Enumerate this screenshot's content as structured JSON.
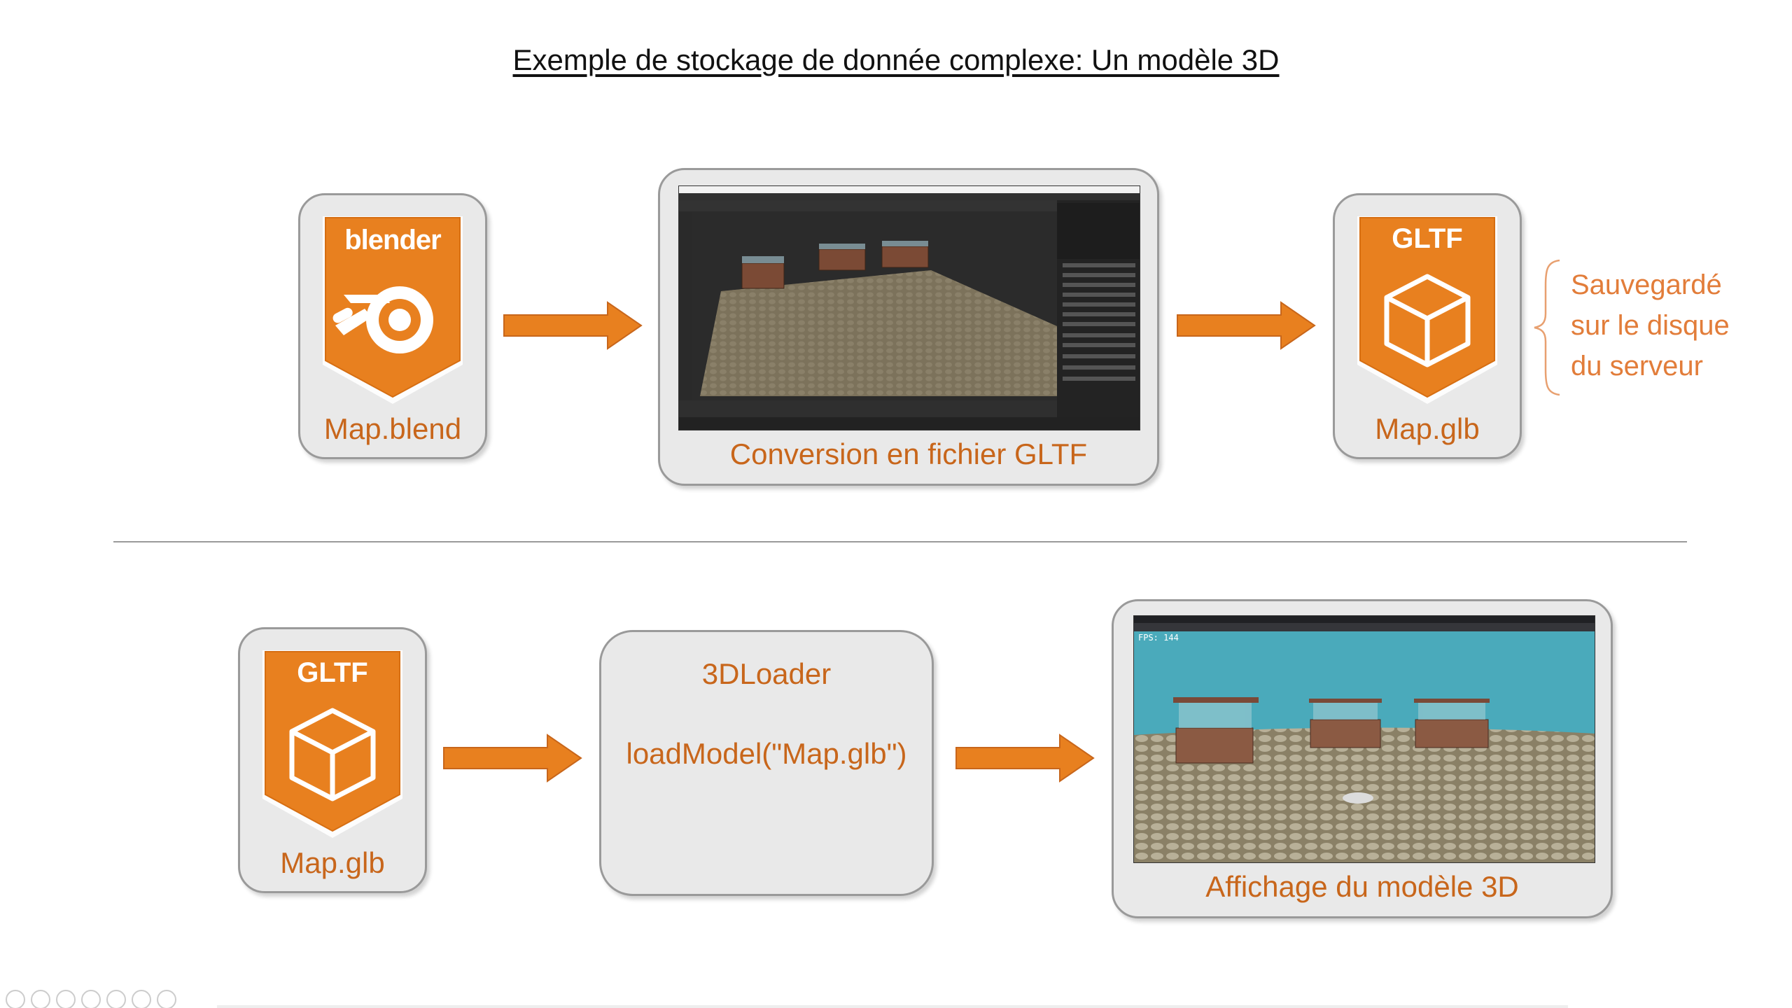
{
  "title": "Exemple de stockage de donnée complexe: Un modèle 3D",
  "top_row": {
    "blender_badge": {
      "logo_text": "blender",
      "label": "Map.blend"
    },
    "conversion_box": {
      "label": "Conversion en fichier GLTF"
    },
    "gltf_badge": {
      "logo_text": "GLTF",
      "label": "Map.glb"
    },
    "note_lines": [
      "Sauvegardé",
      "sur le disque",
      "du serveur"
    ]
  },
  "bottom_row": {
    "gltf_badge": {
      "logo_text": "GLTF",
      "label": "Map.glb"
    },
    "loader_box": {
      "title": "3DLoader",
      "code": "loadModel(\"Map.glb\")"
    },
    "display_box": {
      "label": "Affichage du modèle 3D",
      "fps_text": "FPS: 144"
    }
  },
  "colors": {
    "accent": "#e8801f",
    "label_text": "#c8661b",
    "box_fill": "#e9e9e9",
    "box_border": "#9a9a9a"
  }
}
